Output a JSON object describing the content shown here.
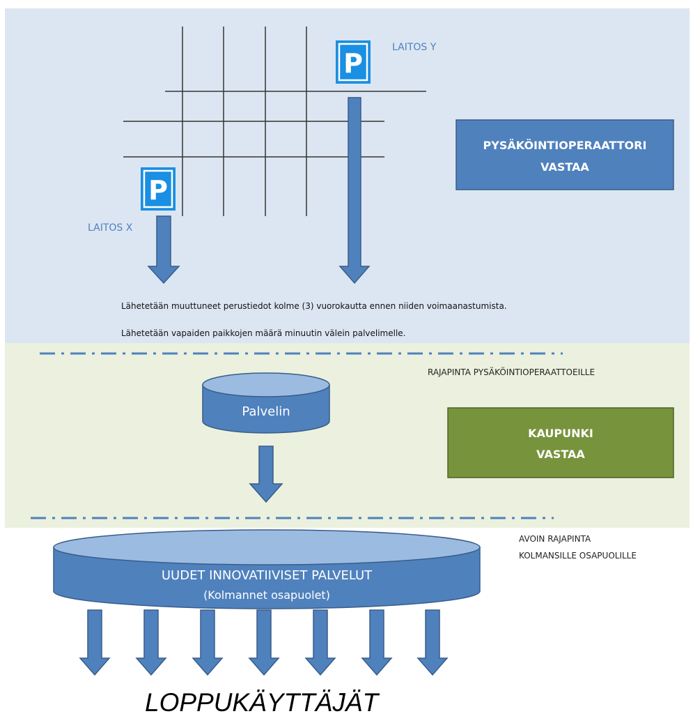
{
  "colors": {
    "top_panel_bg": "#dce6f2",
    "middle_panel_bg": "#ebf1de",
    "arrow_fill": "#4f81bd",
    "arrow_stroke": "#385d8a",
    "grid_line": "#333333",
    "parking_sign": "#1a8fe3",
    "operator_box": "#4f81bd",
    "city_box": "#77933c",
    "label_blue": "#4f81bd"
  },
  "icons": {
    "parking_sign": "P"
  },
  "facility_y": {
    "label": "LAITOS Y"
  },
  "facility_x": {
    "label": "LAITOS X"
  },
  "operator_box": {
    "line1": "PYSÄKÖINTIOPERAATTORI",
    "line2": "VASTAA"
  },
  "notes": {
    "line1": "Lähetetään muuttuneet perustiedot kolme (3) vuorokautta ennen niiden voimaanastumista.",
    "line2": "Lähetetään vapaiden paikkojen määrä minuutin välein palvelimelle."
  },
  "operator_interface": {
    "label": "RAJAPINTA PYSÄKÖINTIOPERAATTOEILLE"
  },
  "server": {
    "label": "Palvelin"
  },
  "city_box": {
    "line1": "KAUPUNKI",
    "line2": "VASTAA"
  },
  "open_interface": {
    "line1": "AVOIN RAJAPINTA",
    "line2": "KOLMANSILLE OSAPUOLILLE"
  },
  "services": {
    "line1": "UUDET INNOVATIIVISET PALVELUT",
    "line2": "(Kolmannet osapuolet)"
  },
  "end_users": {
    "label": "LOPPUKÄYTTÄJÄT"
  }
}
